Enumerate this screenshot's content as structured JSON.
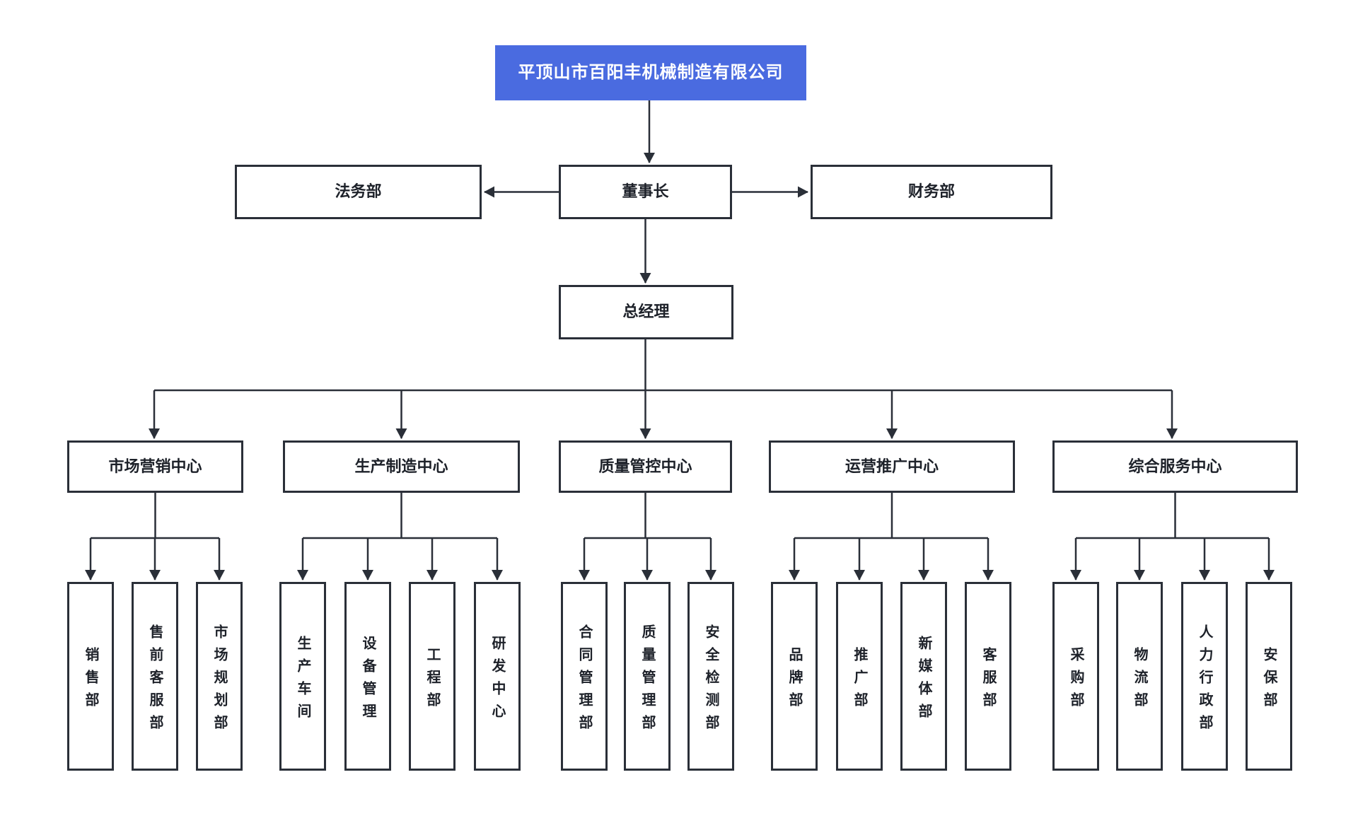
{
  "company": {
    "name": "平顶山市百阳丰机械制造有限公司"
  },
  "board": {
    "legal": "法务部",
    "chairman": "董事长",
    "finance": "财务部",
    "general_manager": "总经理"
  },
  "centers": [
    {
      "label": "市场营销中心",
      "departments": [
        "销售部",
        "售前客服部",
        "市场规划部"
      ]
    },
    {
      "label": "生产制造中心",
      "departments": [
        "生产车间",
        "设备管理",
        "工程部",
        "研发中心"
      ]
    },
    {
      "label": "质量管控中心",
      "departments": [
        "合同管理部",
        "质量管理部",
        "安全检测部"
      ]
    },
    {
      "label": "运营推广中心",
      "departments": [
        "品牌部",
        "推广部",
        "新媒体部",
        "客服部"
      ]
    },
    {
      "label": "综合服务中心",
      "departments": [
        "采购部",
        "物流部",
        "人力行政部",
        "安保部"
      ]
    }
  ],
  "colors": {
    "accent_blue": "#4a6be0",
    "line": "#2a2f38",
    "node_background": "#ffffff",
    "text": "#1d2129",
    "root_text": "#ffffff"
  }
}
